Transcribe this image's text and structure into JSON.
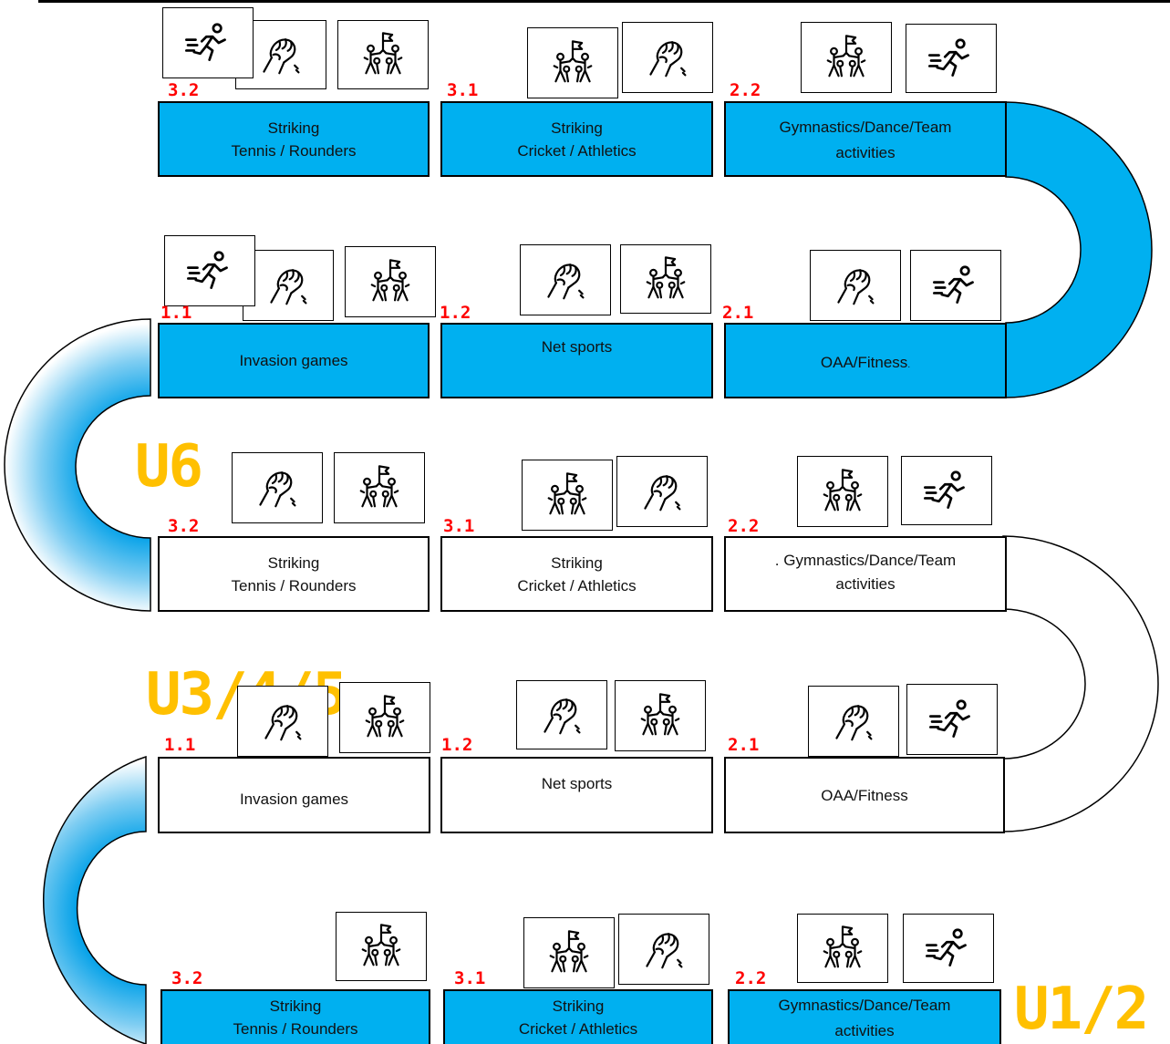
{
  "units": {
    "u6": "U6",
    "u345": "U3/4/5",
    "u12": "U1/2"
  },
  "colors": {
    "blue": "#00B0F0",
    "label_red": "#FF0000",
    "unit_gold": "#FFC000"
  },
  "row1": {
    "b1": {
      "code": "3.2",
      "line1": "Striking",
      "line2": "Tennis / Rounders",
      "icons": [
        "running-icon",
        "arm-wrestle-icon",
        "team-flag-icon"
      ]
    },
    "b2": {
      "code": "3.1",
      "line1": "Striking",
      "line2": "Cricket / Athletics",
      "icons": [
        "team-flag-icon",
        "arm-wrestle-icon"
      ]
    },
    "b3": {
      "code": "2.2",
      "line1": "Gymnastics/Dance/Team",
      "line2": "activities",
      "icons": [
        "team-flag-icon",
        "running-icon"
      ]
    }
  },
  "row2": {
    "b1": {
      "code": "1.1",
      "line1": "Invasion games",
      "icons": [
        "running-icon",
        "arm-wrestle-icon",
        "team-flag-icon"
      ]
    },
    "b2": {
      "code": "1.2",
      "line1": "Net sports",
      "icons": [
        "arm-wrestle-icon",
        "team-flag-icon"
      ]
    },
    "b3": {
      "code": "2.1",
      "line1": "OAA/Fitness",
      "trail": ".",
      "icons": [
        "arm-wrestle-icon",
        "running-icon"
      ]
    }
  },
  "row3": {
    "b1": {
      "code": "3.2",
      "line1": "Striking",
      "line2": "Tennis / Rounders",
      "icons": [
        "arm-wrestle-icon",
        "team-flag-icon"
      ]
    },
    "b2": {
      "code": "3.1",
      "line1": "Striking",
      "line2": "Cricket / Athletics",
      "icons": [
        "team-flag-icon",
        "arm-wrestle-icon"
      ]
    },
    "b3": {
      "code": "2.2",
      "line1": ". Gymnastics/Dance/Team",
      "line2": "activities",
      "icons": [
        "team-flag-icon",
        "running-icon"
      ]
    }
  },
  "row4": {
    "b1": {
      "code": "1.1",
      "line1": "Invasion games",
      "icons": [
        "arm-wrestle-icon",
        "team-flag-icon"
      ]
    },
    "b2": {
      "code": "1.2",
      "line1": "Net sports",
      "icons": [
        "arm-wrestle-icon",
        "team-flag-icon"
      ]
    },
    "b3": {
      "code": "2.1",
      "line1": "OAA/Fitness",
      "icons": [
        "arm-wrestle-icon",
        "running-icon"
      ]
    }
  },
  "row5": {
    "b1": {
      "code": "3.2",
      "line1": "Striking",
      "line2": "Tennis / Rounders",
      "icons": [
        "team-flag-icon"
      ]
    },
    "b2": {
      "code": "3.1",
      "line1": "Striking",
      "line2": "Cricket / Athletics",
      "icons": [
        "team-flag-icon",
        "arm-wrestle-icon"
      ]
    },
    "b3": {
      "code": "2.2",
      "line1": "Gymnastics/Dance/Team",
      "line2": "activities",
      "icons": [
        "team-flag-icon",
        "running-icon"
      ]
    }
  }
}
